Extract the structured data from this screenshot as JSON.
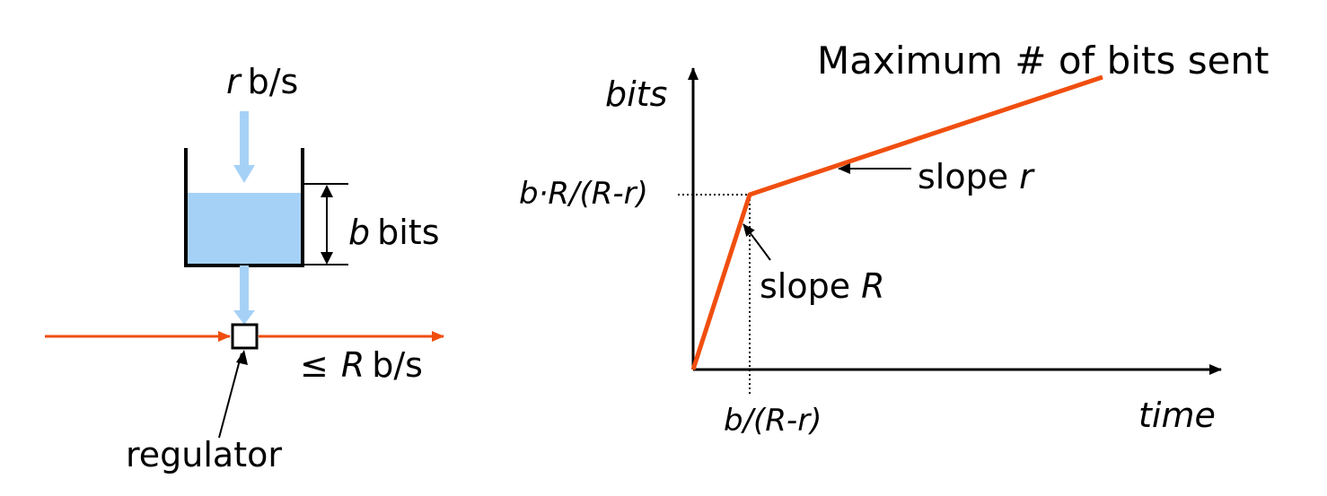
{
  "colors": {
    "accent": "#f04e0f",
    "water": "#a6d1f7",
    "arrow_blue": "#a6d1f7",
    "ink": "#000000"
  },
  "bucket": {
    "input_rate_var": "r",
    "input_rate_unit": "b/s",
    "depth_var": "b",
    "depth_unit": "bits",
    "output_prefix": "≤",
    "output_rate_var": "R",
    "output_rate_unit": "b/s",
    "regulator_label": "regulator"
  },
  "graph": {
    "title": "Maximum # of bits sent",
    "ylabel": "bits",
    "xlabel": "time",
    "y_mark_label": "b·R/(R-r)",
    "x_mark_label": "b/(R-r)",
    "slope_steep_prefix": "slope",
    "slope_steep_var": "R",
    "slope_shallow_prefix": "slope",
    "slope_shallow_var": "r"
  }
}
